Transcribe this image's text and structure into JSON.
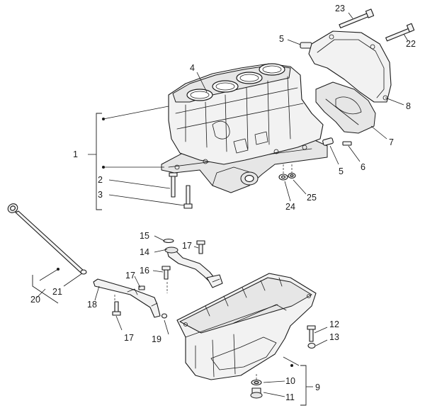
{
  "diagram": {
    "callouts": [
      {
        "id": "c1",
        "text": "1"
      },
      {
        "id": "c2",
        "text": "2"
      },
      {
        "id": "c3",
        "text": "3"
      },
      {
        "id": "c4",
        "text": "4"
      },
      {
        "id": "c5a",
        "text": "5"
      },
      {
        "id": "c5b",
        "text": "5"
      },
      {
        "id": "c6",
        "text": "6"
      },
      {
        "id": "c7",
        "text": "7"
      },
      {
        "id": "c8",
        "text": "8"
      },
      {
        "id": "c9",
        "text": "9"
      },
      {
        "id": "c10",
        "text": "10"
      },
      {
        "id": "c11",
        "text": "11"
      },
      {
        "id": "c12",
        "text": "12"
      },
      {
        "id": "c13",
        "text": "13"
      },
      {
        "id": "c14",
        "text": "14"
      },
      {
        "id": "c15",
        "text": "15"
      },
      {
        "id": "c16",
        "text": "16"
      },
      {
        "id": "c17a",
        "text": "17"
      },
      {
        "id": "c17b",
        "text": "17"
      },
      {
        "id": "c17c",
        "text": "17"
      },
      {
        "id": "c18",
        "text": "18"
      },
      {
        "id": "c19",
        "text": "19"
      },
      {
        "id": "c20",
        "text": "20"
      },
      {
        "id": "c21",
        "text": "21"
      },
      {
        "id": "c22",
        "text": "22"
      },
      {
        "id": "c23",
        "text": "23"
      },
      {
        "id": "c24",
        "text": "24"
      },
      {
        "id": "c25",
        "text": "25"
      }
    ],
    "colors": {
      "line": "#1a1a1a",
      "fill": "#f2f2f2",
      "background": "#ffffff"
    }
  }
}
